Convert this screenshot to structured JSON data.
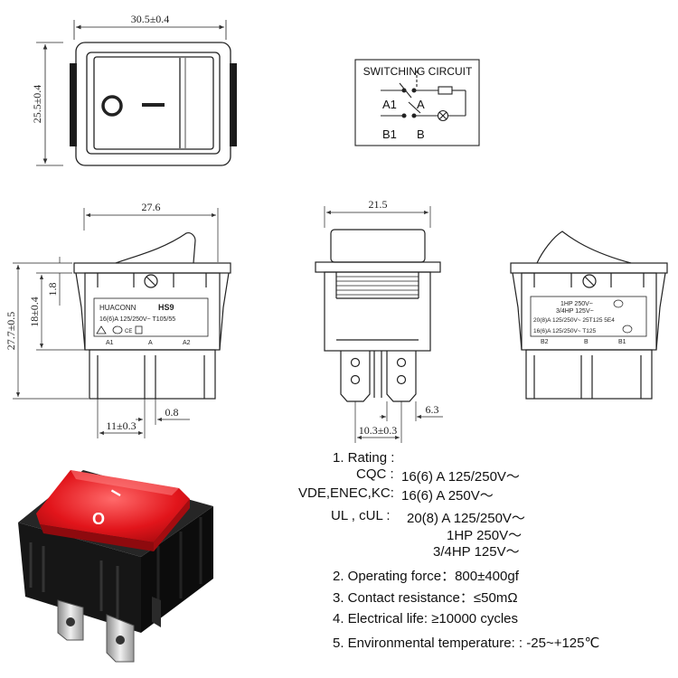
{
  "dimensions": {
    "top_width": "30.5±0.4",
    "top_height": "25.5±0.4",
    "side_width": "27.6",
    "end_width": "21.5",
    "total_height": "27.7±0.5",
    "body_height": "18±0.4",
    "flange": "1.8",
    "pin_spacing_a": "11±0.3",
    "pin_thickness": "0.8",
    "pin_spacing_b": "10.3±0.3",
    "pin_width": "6.3"
  },
  "circuit": {
    "title": "SWITCHING CIRCUIT",
    "a1": "A1",
    "a": "A",
    "b1": "B1",
    "b": "B"
  },
  "left_label": {
    "brand": "HUACONN",
    "model": "HS9",
    "rating": "16(6)A 125/250V~ T105/55",
    "mark_ce": "CE",
    "pin_a1": "A1",
    "pin_a": "A",
    "pin_a2": "A2"
  },
  "right_label": {
    "line1": "1HP 250V~",
    "line2": "3/4HP 125V~",
    "line3": "20(8)A 125/250V~ 25T125 5E4",
    "line4": "16(6)A 125/250V~ T125",
    "pin_b2": "B2",
    "pin_b": "B",
    "pin_b1": "B1"
  },
  "photo": {
    "mark_on": "I",
    "mark_off": "O"
  },
  "specs": {
    "rating_title": "1. Rating :",
    "cqc_label": "CQC :",
    "cqc_value": "16(6) A 125/250V～",
    "vde_label": "VDE,ENEC,KC:",
    "vde_value": "16(6) A  250V～",
    "ul_label": "UL , cUL :",
    "ul_value1": "20(8) A 125/250V～",
    "ul_value2": "1HP  250V～",
    "ul_value3": "3/4HP  125V～",
    "force": "2. Operating force：800±400gf",
    "resistance": "3. Contact resistance：≤50mΩ",
    "life": "4. Electrical life: ≥10000 cycles",
    "temperature": "5. Environmental temperature: : -25~+125℃"
  }
}
